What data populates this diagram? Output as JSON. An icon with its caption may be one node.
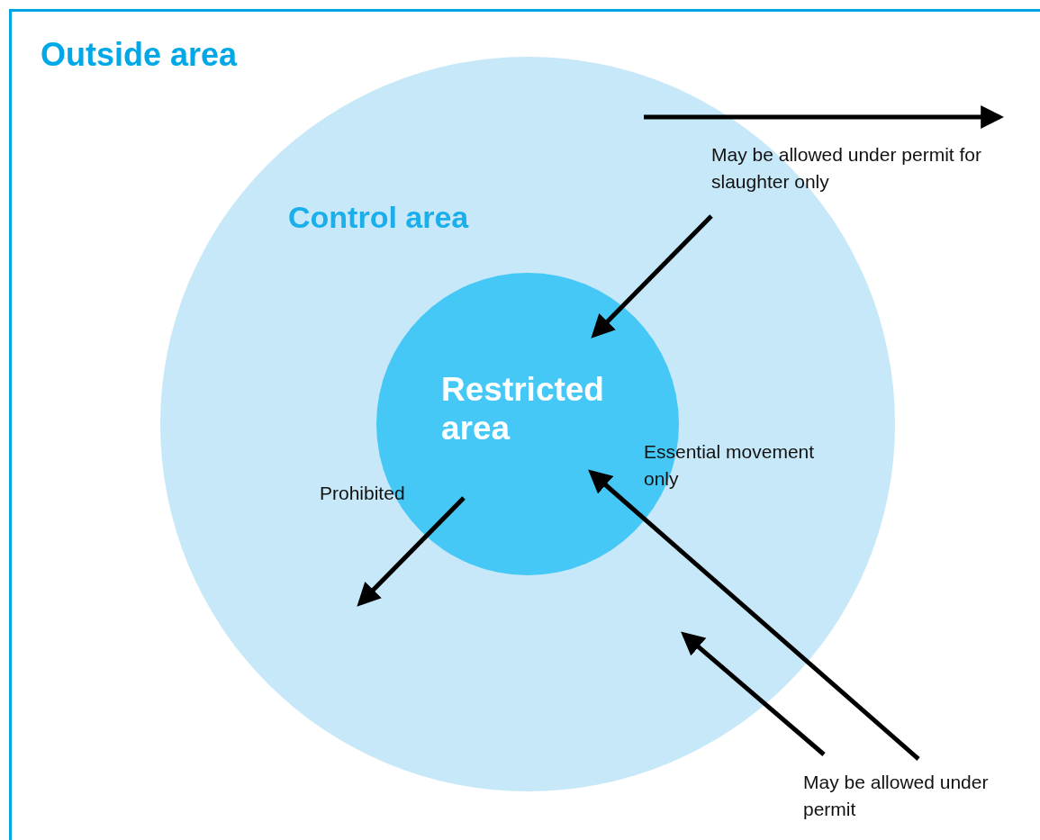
{
  "diagram": {
    "nodes": [
      {
        "text": [
          "Outside area"
        ]
      },
      {
        "text": [
          "Control area"
        ],
        "in": 0
      },
      {
        "text": [
          "Restricted area"
        ],
        "in": 1
      }
    ],
    "edges": [
      {
        "from": 2,
        "to": null,
        "arrow": "to"
      },
      {
        "from": 1,
        "to": 0,
        "arrow": "to"
      },
      {
        "from": null,
        "to": 2,
        "arrow": "to"
      },
      {
        "from": null,
        "to": 2,
        "arrow": "to"
      }
    ],
    "labels": [
      "May be allowed under permit for slaughter only",
      "Essential movement only",
      "Prohibited",
      "May be allowed under permit"
    ]
  }
}
